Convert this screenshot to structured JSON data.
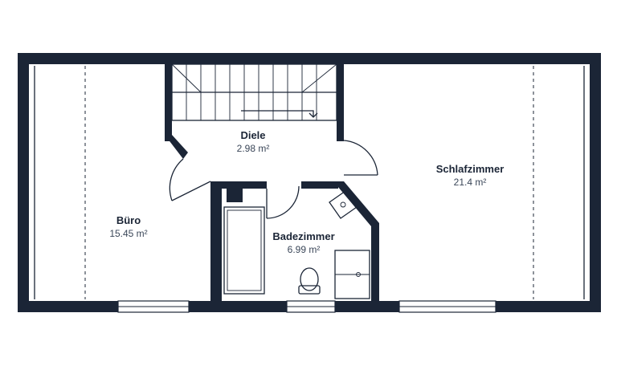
{
  "rooms": [
    {
      "name": "Diele",
      "area": "2.98 m²"
    },
    {
      "name": "Schlafzimmer",
      "area": "21.4 m²"
    },
    {
      "name": "Büro",
      "area": "15.45 m²"
    },
    {
      "name": "Badezimmer",
      "area": "6.99 m²"
    }
  ],
  "colors": {
    "wall": "#1b2536",
    "background": "#ffffff"
  }
}
